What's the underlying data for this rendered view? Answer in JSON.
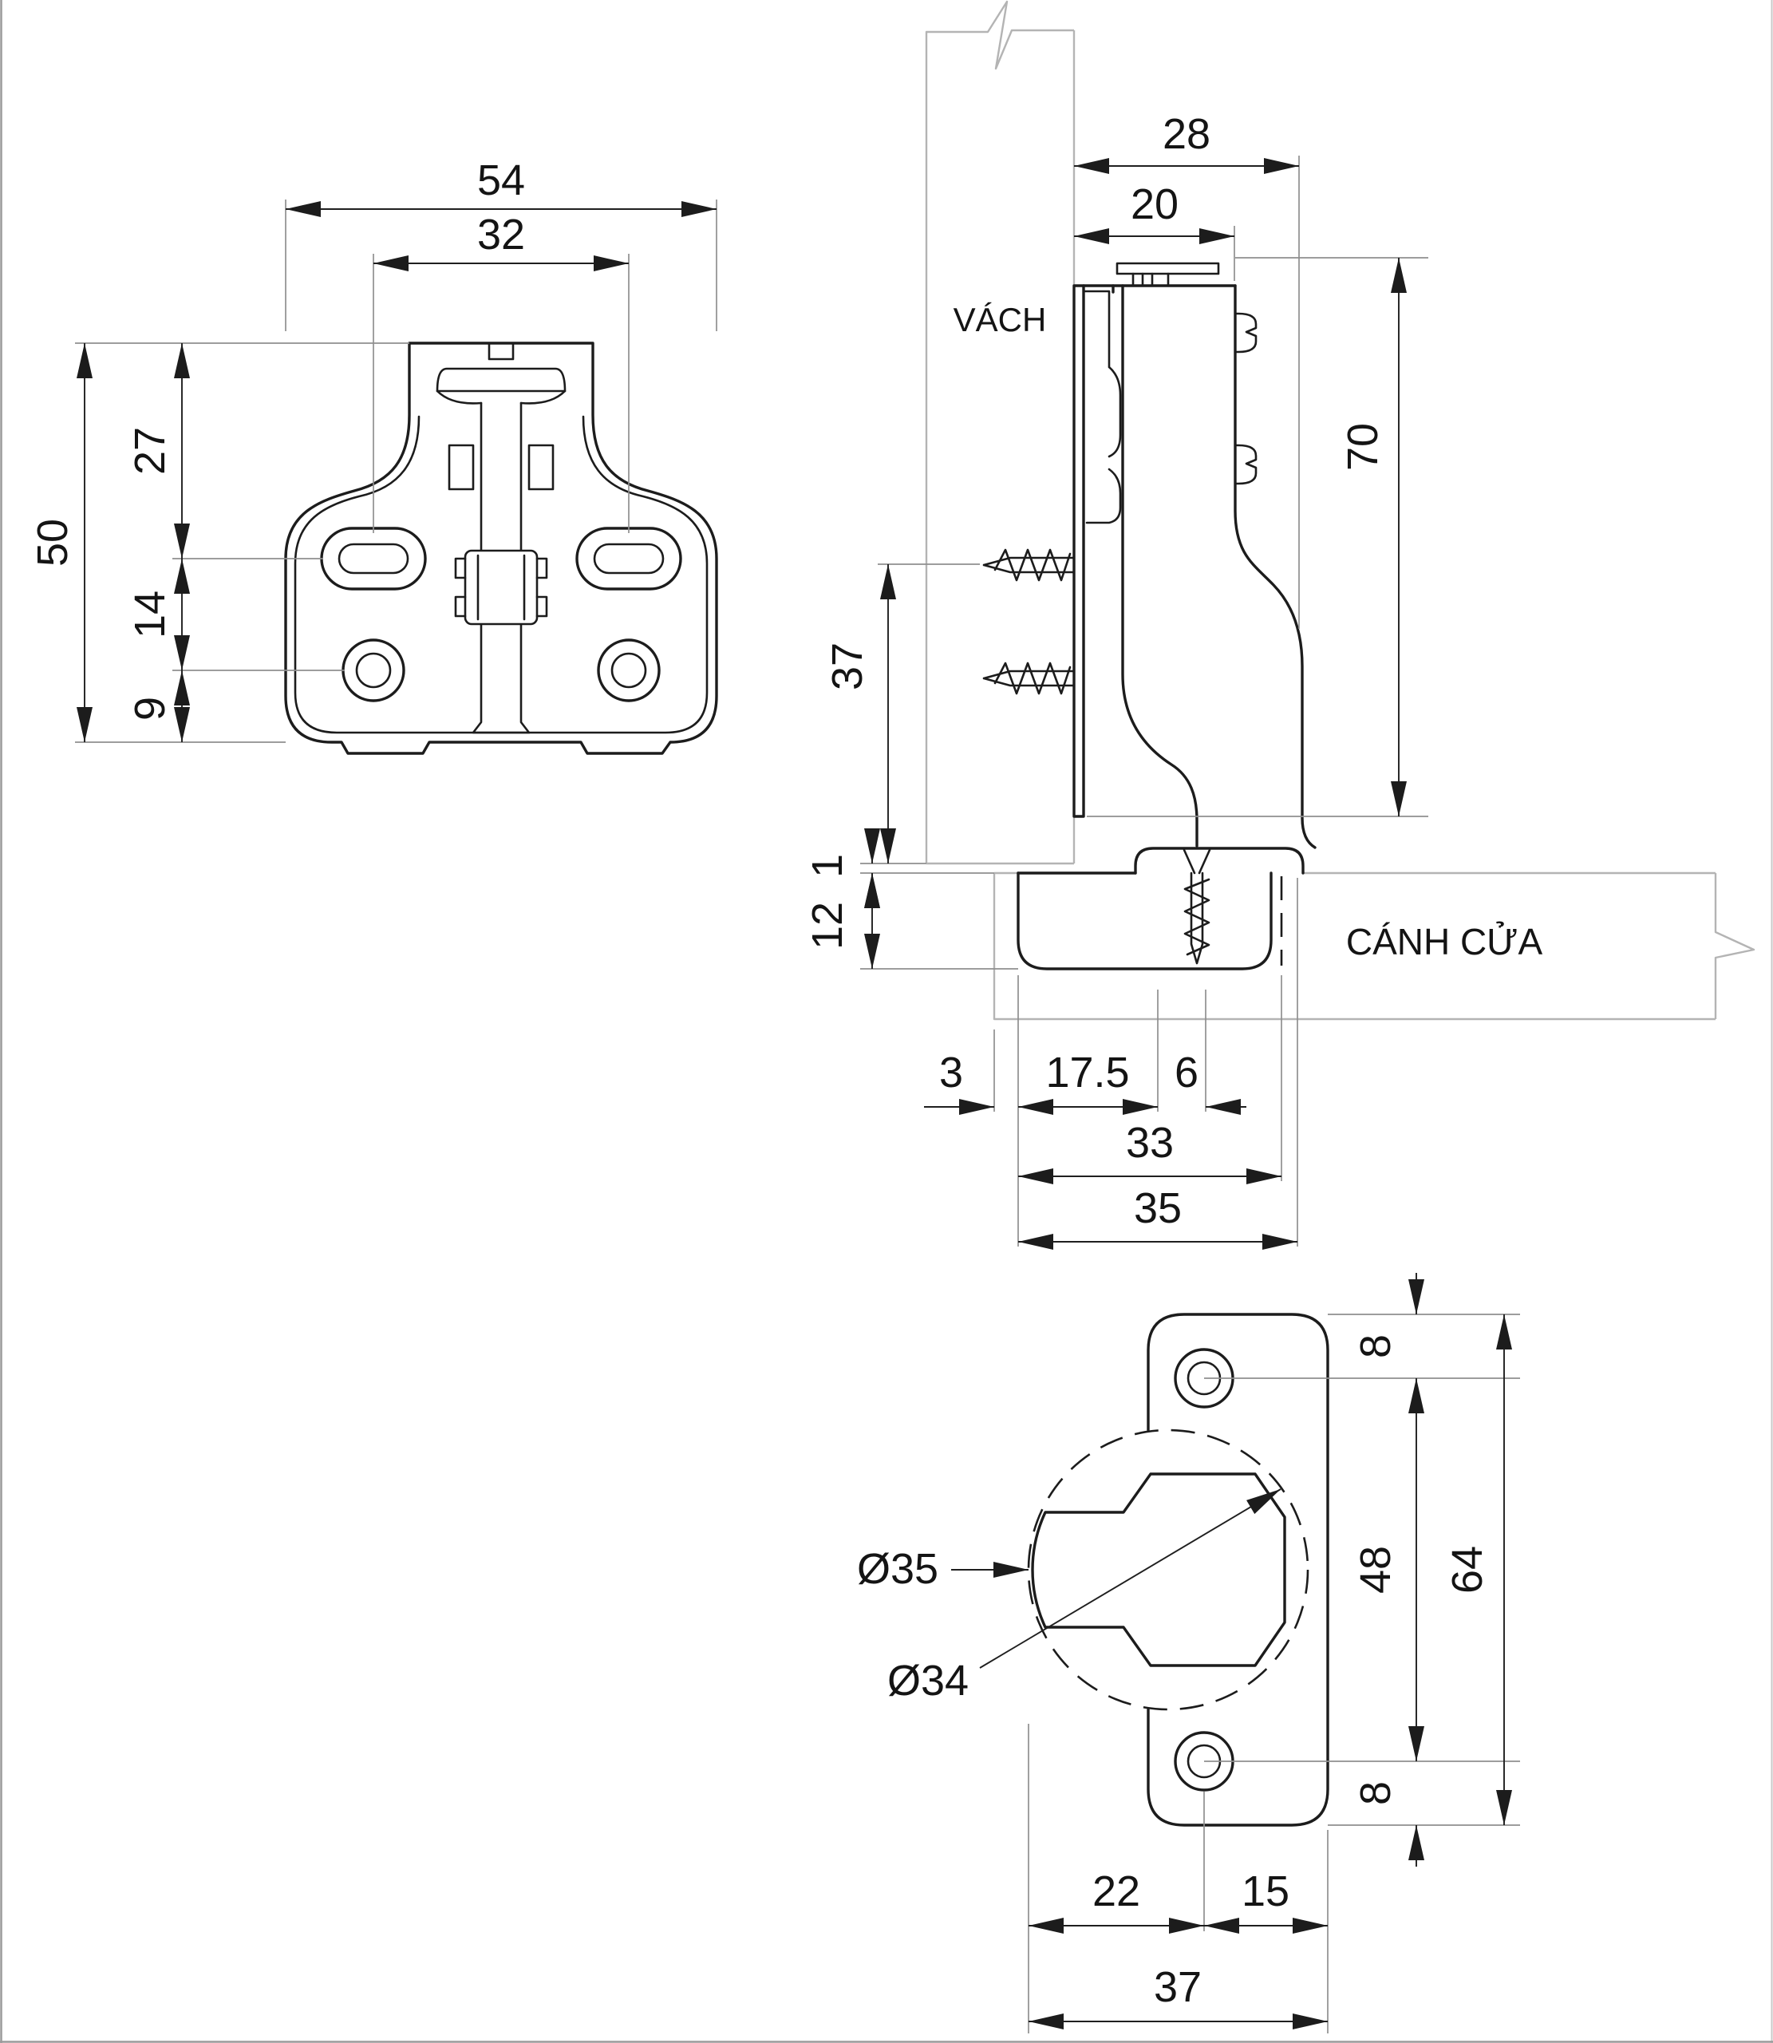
{
  "drawing": {
    "kind": "technical-drawing",
    "subject": "concealed-cabinet-hinge",
    "colors": {
      "line": "#1c1c1c",
      "light_line": "#b4b4b4",
      "background": "#ffffff"
    },
    "views": {
      "front": {
        "dim_width": "54",
        "dim_slot_spacing": "32",
        "dim_height": "50",
        "dim_top_to_slot": "27",
        "dim_slot_to_hole": "14",
        "dim_hole_to_bottom": "9"
      },
      "side": {
        "label_wall": "VÁCH",
        "label_door": "CÁNH CỬA",
        "dim_arm_reach": "28",
        "dim_arm_top": "20",
        "dim_height": "70",
        "dim_screw_to_bottom": "37",
        "dim_gap": "1",
        "dim_cup_depth": "12",
        "dim_edge_to_cup": "3",
        "dim_cup_radius": "17.5",
        "dim_center_to_screw": "6",
        "dim_cup_body": "33",
        "dim_cup_overall": "35"
      },
      "cup": {
        "dim_bore": "Ø35",
        "dim_cup": "Ø34",
        "dim_hole_top": "8",
        "dim_hole_spacing": "48",
        "dim_hole_bottom": "8",
        "dim_plate_height": "64",
        "dim_edge_to_hole": "22",
        "dim_hole_to_edge": "15",
        "dim_width": "37"
      }
    }
  }
}
